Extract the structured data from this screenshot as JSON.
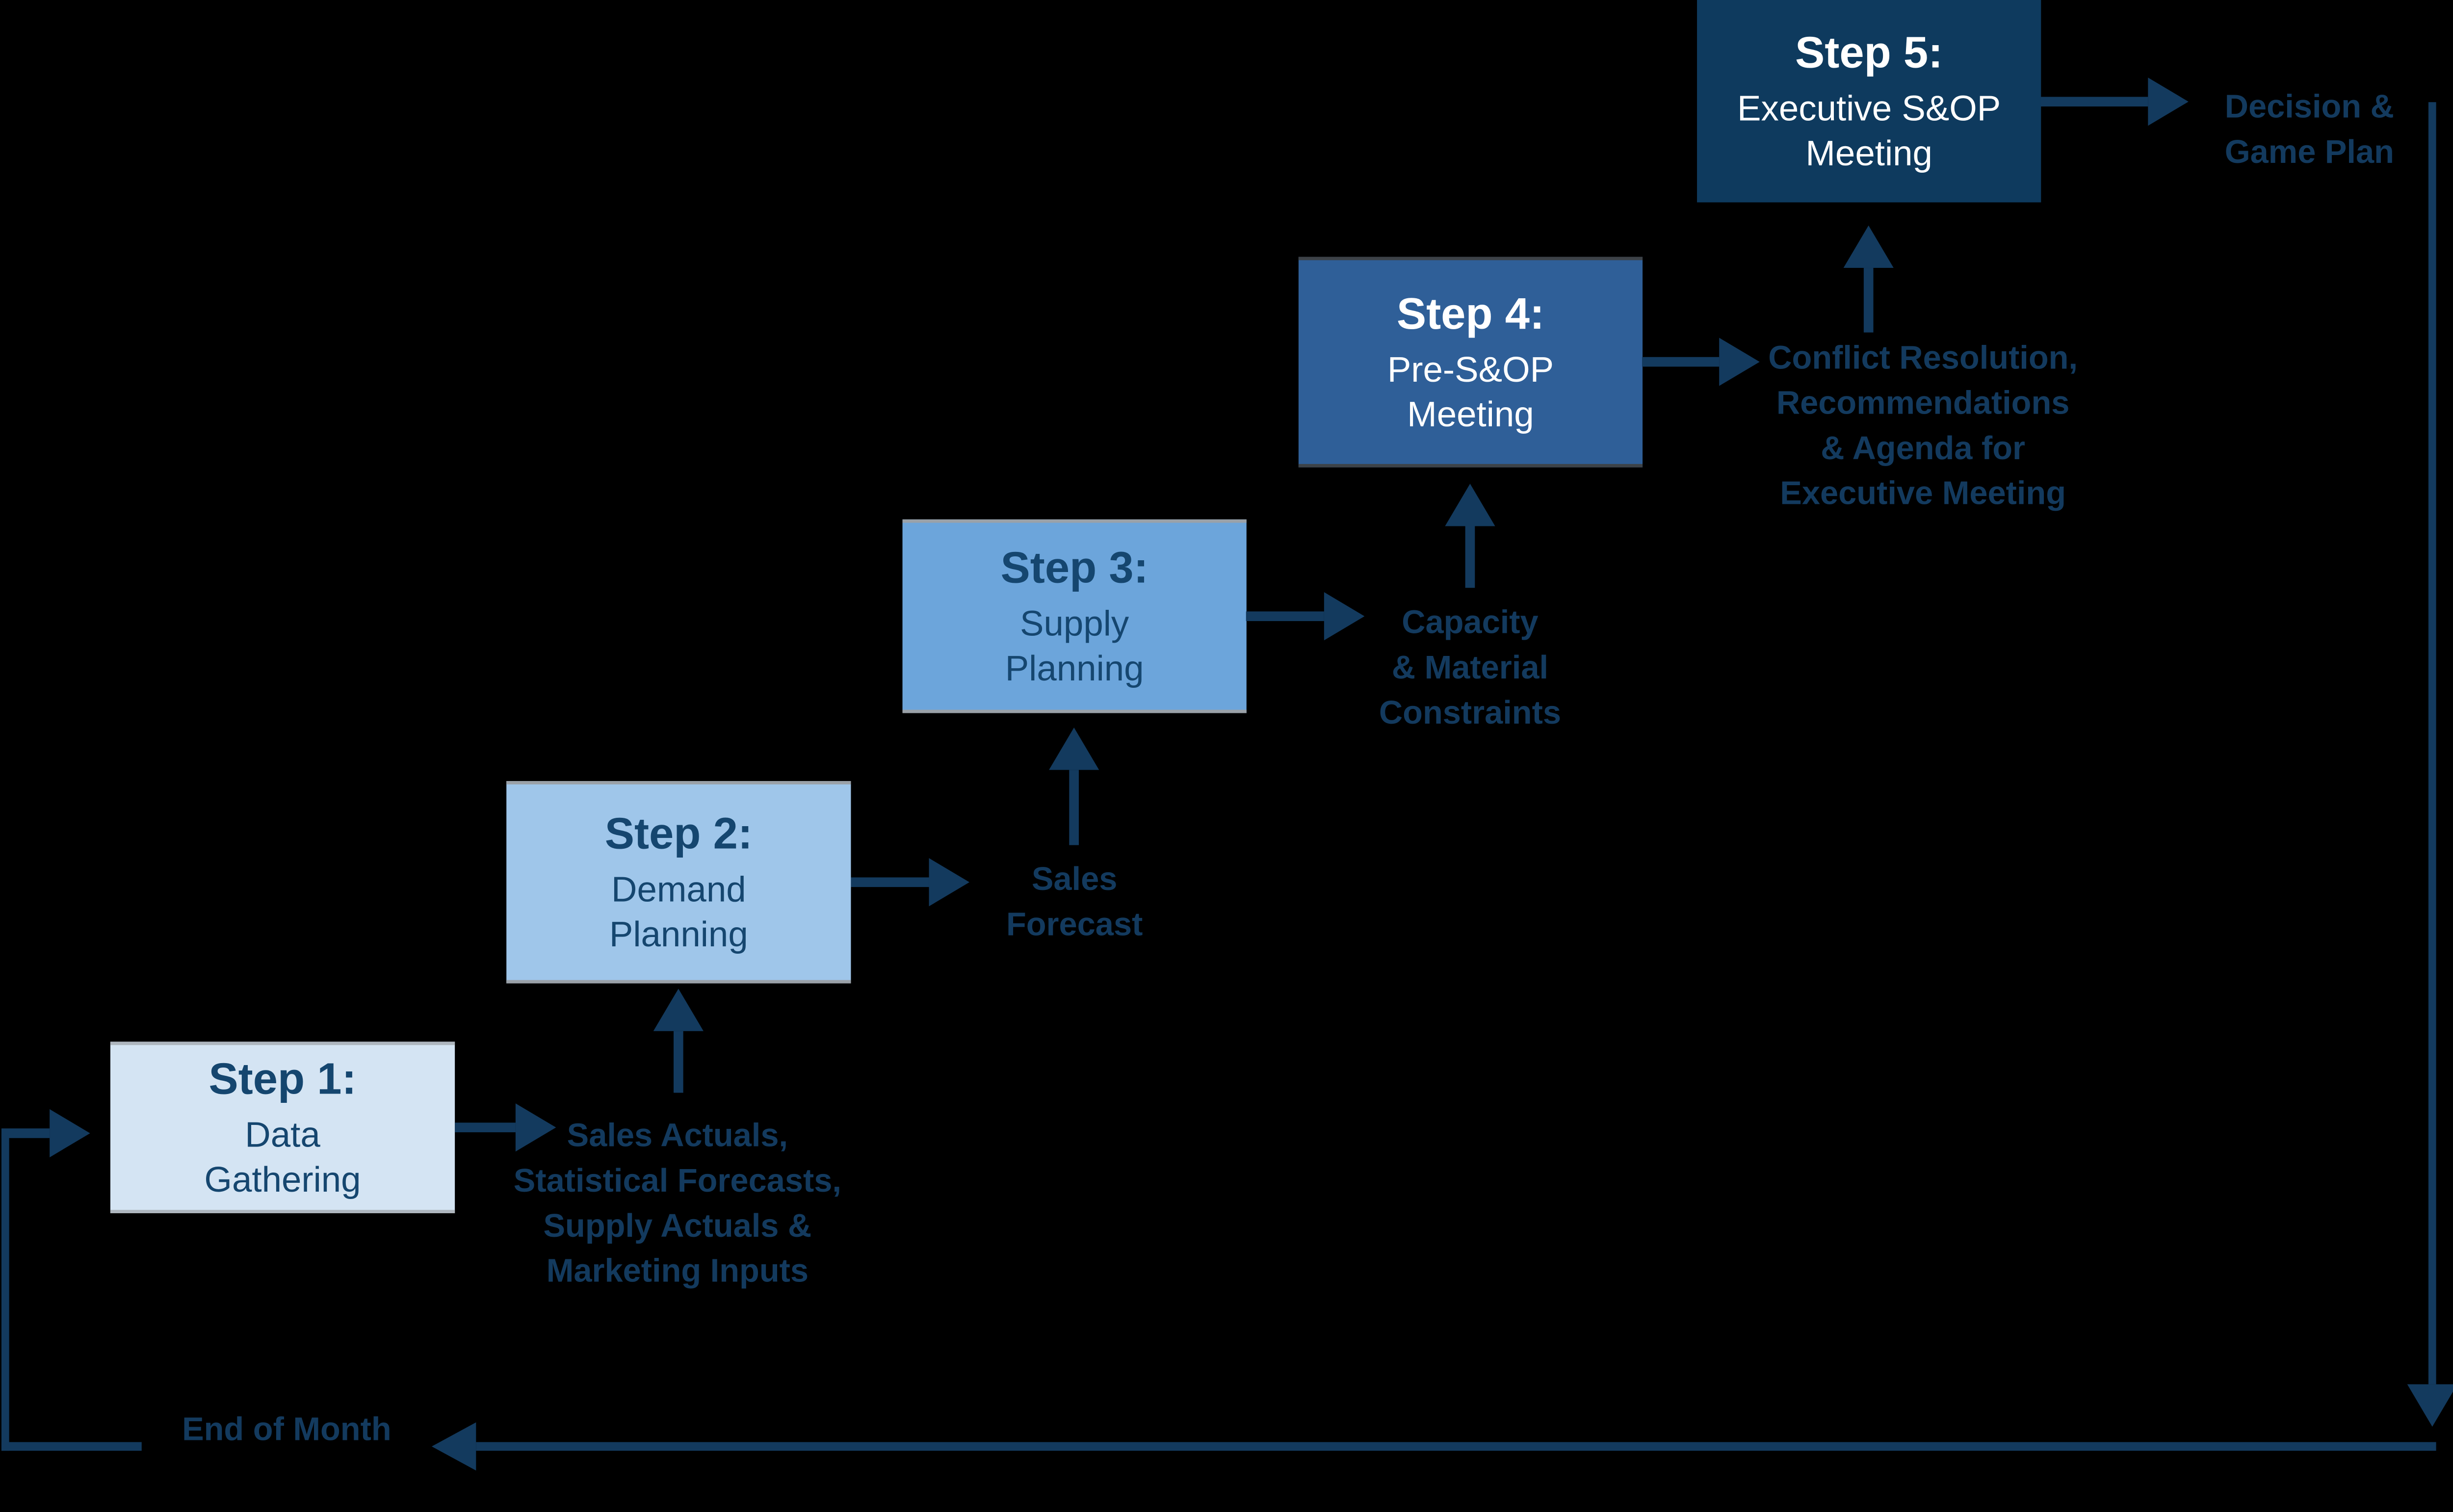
{
  "diagram": {
    "colors": {
      "background": "#000000",
      "line_and_label_navy": "#133A5E",
      "box_text_navy": "#15466F",
      "box_text_white": "#FFFFFF",
      "step_fills": [
        "#D4E4F3",
        "#9FC6EA",
        "#6CA5DB",
        "#2F5F98",
        "#0E3A5E"
      ]
    },
    "steps": [
      {
        "heading": "Step 1:",
        "subtitle_lines": [
          "Data",
          "Gathering"
        ],
        "output_lines": [
          "Sales Actuals,",
          "Statistical Forecasts,",
          "Supply Actuals &",
          "Marketing Inputs"
        ]
      },
      {
        "heading": "Step 2:",
        "subtitle_lines": [
          "Demand",
          "Planning"
        ],
        "output_lines": [
          "Sales",
          "Forecast"
        ]
      },
      {
        "heading": "Step 3:",
        "subtitle_lines": [
          "Supply",
          "Planning"
        ],
        "output_lines": [
          "Capacity",
          "& Material",
          "Constraints"
        ]
      },
      {
        "heading": "Step 4:",
        "subtitle_lines": [
          "Pre-S&OP",
          "Meeting"
        ],
        "output_lines": [
          "Conflict Resolution,",
          "Recommendations",
          "& Agenda for",
          "Executive Meeting"
        ]
      },
      {
        "heading": "Step 5:",
        "subtitle_lines": [
          "Executive S&OP",
          "Meeting"
        ],
        "output_lines": [
          "Decision &",
          "Game Plan"
        ]
      }
    ],
    "loop_label": "End of Month"
  }
}
